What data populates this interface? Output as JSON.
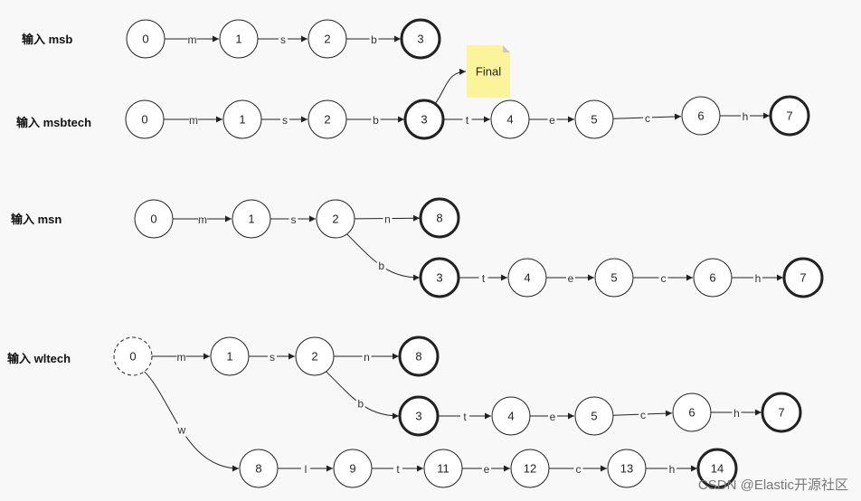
{
  "diagrams": [
    {
      "id": "msb",
      "label": "输入 msb",
      "nodes": [
        {
          "id": "a0",
          "text": "0"
        },
        {
          "id": "a1",
          "text": "1"
        },
        {
          "id": "a2",
          "text": "2"
        },
        {
          "id": "a3",
          "text": "3",
          "final": true
        }
      ],
      "edges": [
        {
          "from": "a0",
          "to": "a1",
          "label": "m"
        },
        {
          "from": "a1",
          "to": "a2",
          "label": "s"
        },
        {
          "from": "a2",
          "to": "a3",
          "label": "b"
        }
      ]
    },
    {
      "id": "msbtech",
      "label": "输入 msbtech",
      "nodes": [
        {
          "id": "b0",
          "text": "0"
        },
        {
          "id": "b1",
          "text": "1"
        },
        {
          "id": "b2",
          "text": "2"
        },
        {
          "id": "b3",
          "text": "3",
          "final": true
        },
        {
          "id": "b4",
          "text": "4"
        },
        {
          "id": "b5",
          "text": "5"
        },
        {
          "id": "b6",
          "text": "6"
        },
        {
          "id": "b7",
          "text": "7",
          "final": true
        }
      ],
      "edges": [
        {
          "from": "b0",
          "to": "b1",
          "label": "m"
        },
        {
          "from": "b1",
          "to": "b2",
          "label": "s"
        },
        {
          "from": "b2",
          "to": "b3",
          "label": "b"
        },
        {
          "from": "b3",
          "to": "b4",
          "label": "t"
        },
        {
          "from": "b4",
          "to": "b5",
          "label": "e"
        },
        {
          "from": "b5",
          "to": "b6",
          "label": "c"
        },
        {
          "from": "b6",
          "to": "b7",
          "label": "h"
        }
      ],
      "note": {
        "text": "Final",
        "color": "#fbf49a"
      }
    },
    {
      "id": "msn",
      "label": "输入 msn",
      "nodes": [
        {
          "id": "c0",
          "text": "0"
        },
        {
          "id": "c1",
          "text": "1"
        },
        {
          "id": "c2",
          "text": "2"
        },
        {
          "id": "c8",
          "text": "8",
          "final": true
        },
        {
          "id": "c3",
          "text": "3",
          "final": true
        },
        {
          "id": "c4",
          "text": "4"
        },
        {
          "id": "c5",
          "text": "5"
        },
        {
          "id": "c6",
          "text": "6"
        },
        {
          "id": "c7",
          "text": "7",
          "final": true
        }
      ],
      "edges": [
        {
          "from": "c0",
          "to": "c1",
          "label": "m"
        },
        {
          "from": "c1",
          "to": "c2",
          "label": "s"
        },
        {
          "from": "c2",
          "to": "c8",
          "label": "n"
        },
        {
          "from": "c2",
          "to": "c3",
          "label": "b"
        },
        {
          "from": "c3",
          "to": "c4",
          "label": "t"
        },
        {
          "from": "c4",
          "to": "c5",
          "label": "e"
        },
        {
          "from": "c5",
          "to": "c6",
          "label": "c"
        },
        {
          "from": "c6",
          "to": "c7",
          "label": "h"
        }
      ]
    },
    {
      "id": "wltech",
      "label": "输入 wltech",
      "nodes": [
        {
          "id": "d0",
          "text": "0",
          "dashed": true
        },
        {
          "id": "d1",
          "text": "1"
        },
        {
          "id": "d2",
          "text": "2"
        },
        {
          "id": "d8",
          "text": "8",
          "final": true
        },
        {
          "id": "d3",
          "text": "3",
          "final": true
        },
        {
          "id": "d4",
          "text": "4"
        },
        {
          "id": "d5",
          "text": "5"
        },
        {
          "id": "d6",
          "text": "6"
        },
        {
          "id": "d7",
          "text": "7",
          "final": true
        },
        {
          "id": "e8",
          "text": "8"
        },
        {
          "id": "e9",
          "text": "9"
        },
        {
          "id": "e11",
          "text": "11"
        },
        {
          "id": "e12",
          "text": "12"
        },
        {
          "id": "e13",
          "text": "13"
        },
        {
          "id": "e14",
          "text": "14",
          "final": true
        }
      ],
      "edges": [
        {
          "from": "d0",
          "to": "d1",
          "label": "m"
        },
        {
          "from": "d1",
          "to": "d2",
          "label": "s"
        },
        {
          "from": "d2",
          "to": "d8",
          "label": "n"
        },
        {
          "from": "d2",
          "to": "d3",
          "label": "b"
        },
        {
          "from": "d3",
          "to": "d4",
          "label": "t"
        },
        {
          "from": "d4",
          "to": "d5",
          "label": "e"
        },
        {
          "from": "d5",
          "to": "d6",
          "label": "c"
        },
        {
          "from": "d6",
          "to": "d7",
          "label": "h"
        },
        {
          "from": "d0",
          "to": "e8",
          "label": "w"
        },
        {
          "from": "e8",
          "to": "e9",
          "label": "l"
        },
        {
          "from": "e9",
          "to": "e11",
          "label": "t"
        },
        {
          "from": "e11",
          "to": "e12",
          "label": "e"
        },
        {
          "from": "e12",
          "to": "e13",
          "label": "c"
        },
        {
          "from": "e13",
          "to": "e14",
          "label": "h"
        }
      ]
    }
  ],
  "watermark": "CSDN @Elastic开源社区"
}
